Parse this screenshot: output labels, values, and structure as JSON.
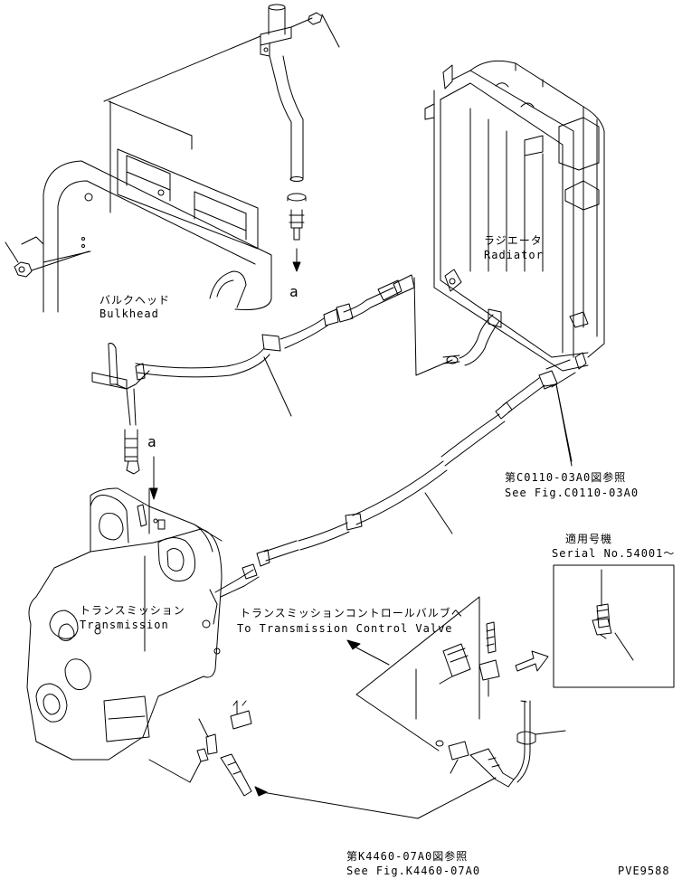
{
  "labels": {
    "bulkhead_jp": "バルクヘッド",
    "bulkhead_en": "Bulkhead",
    "radiator_jp": "ラジエータ",
    "radiator_en": "Radiator",
    "transmission_jp": "トランスミッション",
    "transmission_en": "Transmission",
    "tcv_jp": "トランスミッションコントロールバルブへ",
    "tcv_en": "To Transmission Control Valve",
    "ref_c0110_jp": "第C0110-03A0図参照",
    "ref_c0110_en": "See Fig.C0110-03A0",
    "serial_jp": "適用号機",
    "serial_en": "Serial No.54001～",
    "ref_k4460_jp": "第K4460-07A0図参照",
    "ref_k4460_en": "See Fig.K4460-07A0",
    "ref_a_top": "a",
    "ref_a_trans": "a",
    "drawing_code": "PVE9588"
  },
  "colors": {
    "line": "#000000",
    "background": "#ffffff"
  }
}
